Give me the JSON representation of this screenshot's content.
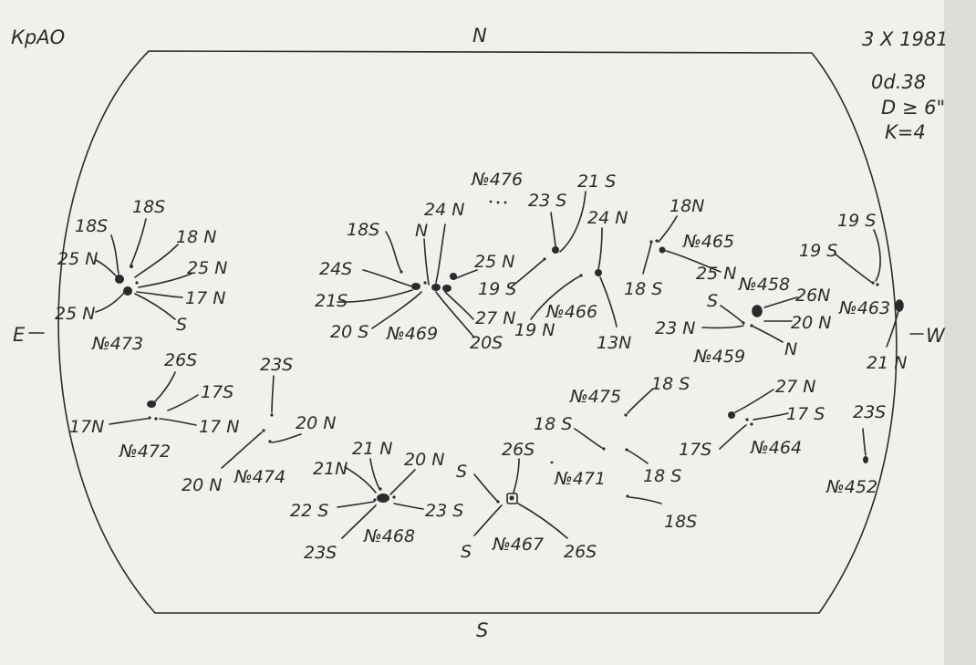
{
  "header": {
    "observatory": "КрАО",
    "date": "3 X 1981",
    "time": "0d.38",
    "diameter": "D ≥ 6\"",
    "k": "K=4"
  },
  "directions": {
    "north": "N",
    "south": "S",
    "east": "E",
    "west": "W"
  },
  "groups": [
    {
      "number": "№473",
      "labels": [
        "18S",
        "18S",
        "18 N",
        "25 N",
        "25 N",
        "17 N",
        "25 N",
        "S"
      ]
    },
    {
      "number": "№469",
      "labels": [
        "18S",
        "24 N",
        "N",
        "24S",
        "21S",
        "20 S",
        "27 N",
        "20S",
        "25 N",
        "19 S"
      ]
    },
    {
      "number": "№476",
      "labels": [
        "23 S",
        "21 S",
        "24 N"
      ]
    },
    {
      "number": "№466",
      "labels": [
        "19 N",
        "13N"
      ]
    },
    {
      "number": "№465",
      "labels": [
        "18N",
        "18 S",
        "25 N"
      ]
    },
    {
      "number": "№458",
      "labels": [
        "26N",
        "20 N"
      ]
    },
    {
      "number": "№459",
      "labels": [
        "S",
        "23 N",
        "N"
      ]
    },
    {
      "number": "№463",
      "labels": [
        "19 S",
        "19 S",
        "21 N"
      ]
    },
    {
      "number": "№472",
      "labels": [
        "26S",
        "17S",
        "17N",
        "17 N"
      ]
    },
    {
      "number": "№474",
      "labels": [
        "23S",
        "20 N",
        "20 N"
      ]
    },
    {
      "number": "№468",
      "labels": [
        "21 N",
        "20 N",
        "21N",
        "22 S",
        "23 S",
        "23S"
      ]
    },
    {
      "number": "№467",
      "labels": [
        "26S",
        "S",
        "S",
        "26S"
      ]
    },
    {
      "number": "№471",
      "labels": [
        "18 S",
        "18 S",
        "18S"
      ]
    },
    {
      "number": "№475",
      "labels": [
        "18 S"
      ]
    },
    {
      "number": "№464",
      "labels": [
        "27 N",
        "17 S",
        "17S"
      ]
    },
    {
      "number": "№452",
      "labels": [
        "23S"
      ]
    }
  ]
}
